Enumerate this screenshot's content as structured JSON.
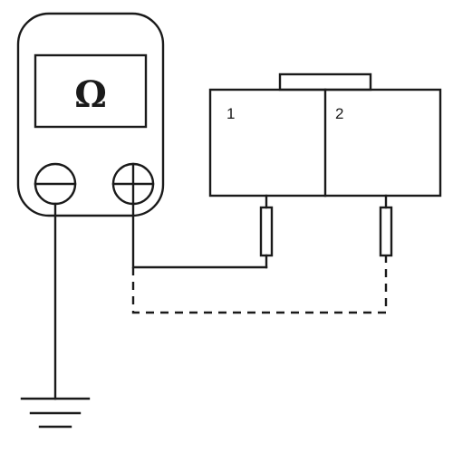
{
  "meter": {
    "display_symbol": "Ω",
    "negative_terminal_icon": "minus-terminal-icon",
    "positive_terminal_icon": "plus-terminal-icon"
  },
  "connector": {
    "pin_labels": [
      "1",
      "2"
    ]
  },
  "ground_icon": "ground-symbol-icon",
  "colors": {
    "stroke": "#1a1a1a",
    "background": "#ffffff"
  }
}
